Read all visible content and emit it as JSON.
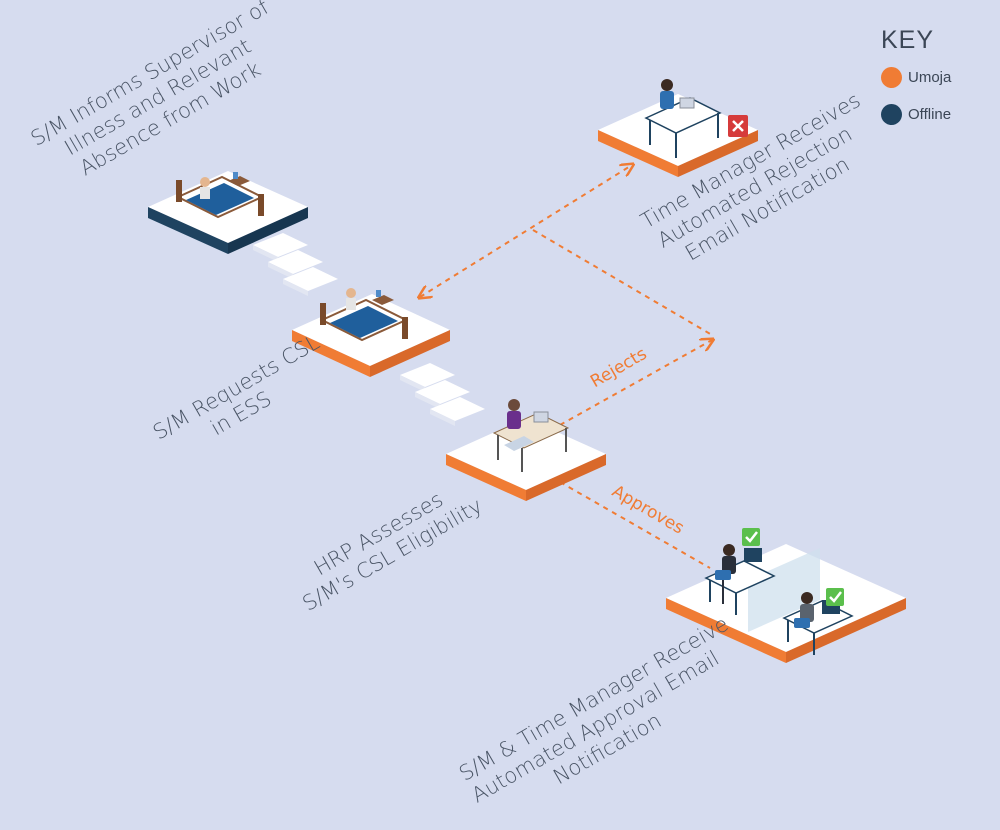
{
  "colors": {
    "background": "#d6dcef",
    "umoja": "#f07c34",
    "offline": "#1f4360",
    "label_text": "#4a5566"
  },
  "key": {
    "title": "KEY",
    "items": [
      {
        "label": "Umoja",
        "color": "#f07c34"
      },
      {
        "label": "Offline",
        "color": "#1f4360"
      }
    ]
  },
  "steps": {
    "inform": {
      "lines": [
        "S/M Informs Supervisor of",
        "Illness and Relevant",
        "Absence from Work"
      ],
      "system": "Offline"
    },
    "request": {
      "lines": [
        "S/M Requests CSL",
        "in ESS"
      ],
      "system": "Umoja"
    },
    "assess": {
      "lines": [
        "HRP Assesses",
        "S/M's CSL Eligibility"
      ],
      "system": "Umoja"
    },
    "rejection": {
      "lines": [
        "Time Manager Receives",
        "Automated Rejection",
        "Email Notification"
      ],
      "system": "Umoja"
    },
    "approval": {
      "lines": [
        "S/M & Time Manager Receive",
        "Automated Approval Email",
        "Notification"
      ],
      "system": "Umoja"
    }
  },
  "edges": {
    "rejects": "Rejects",
    "approves": "Approves"
  }
}
